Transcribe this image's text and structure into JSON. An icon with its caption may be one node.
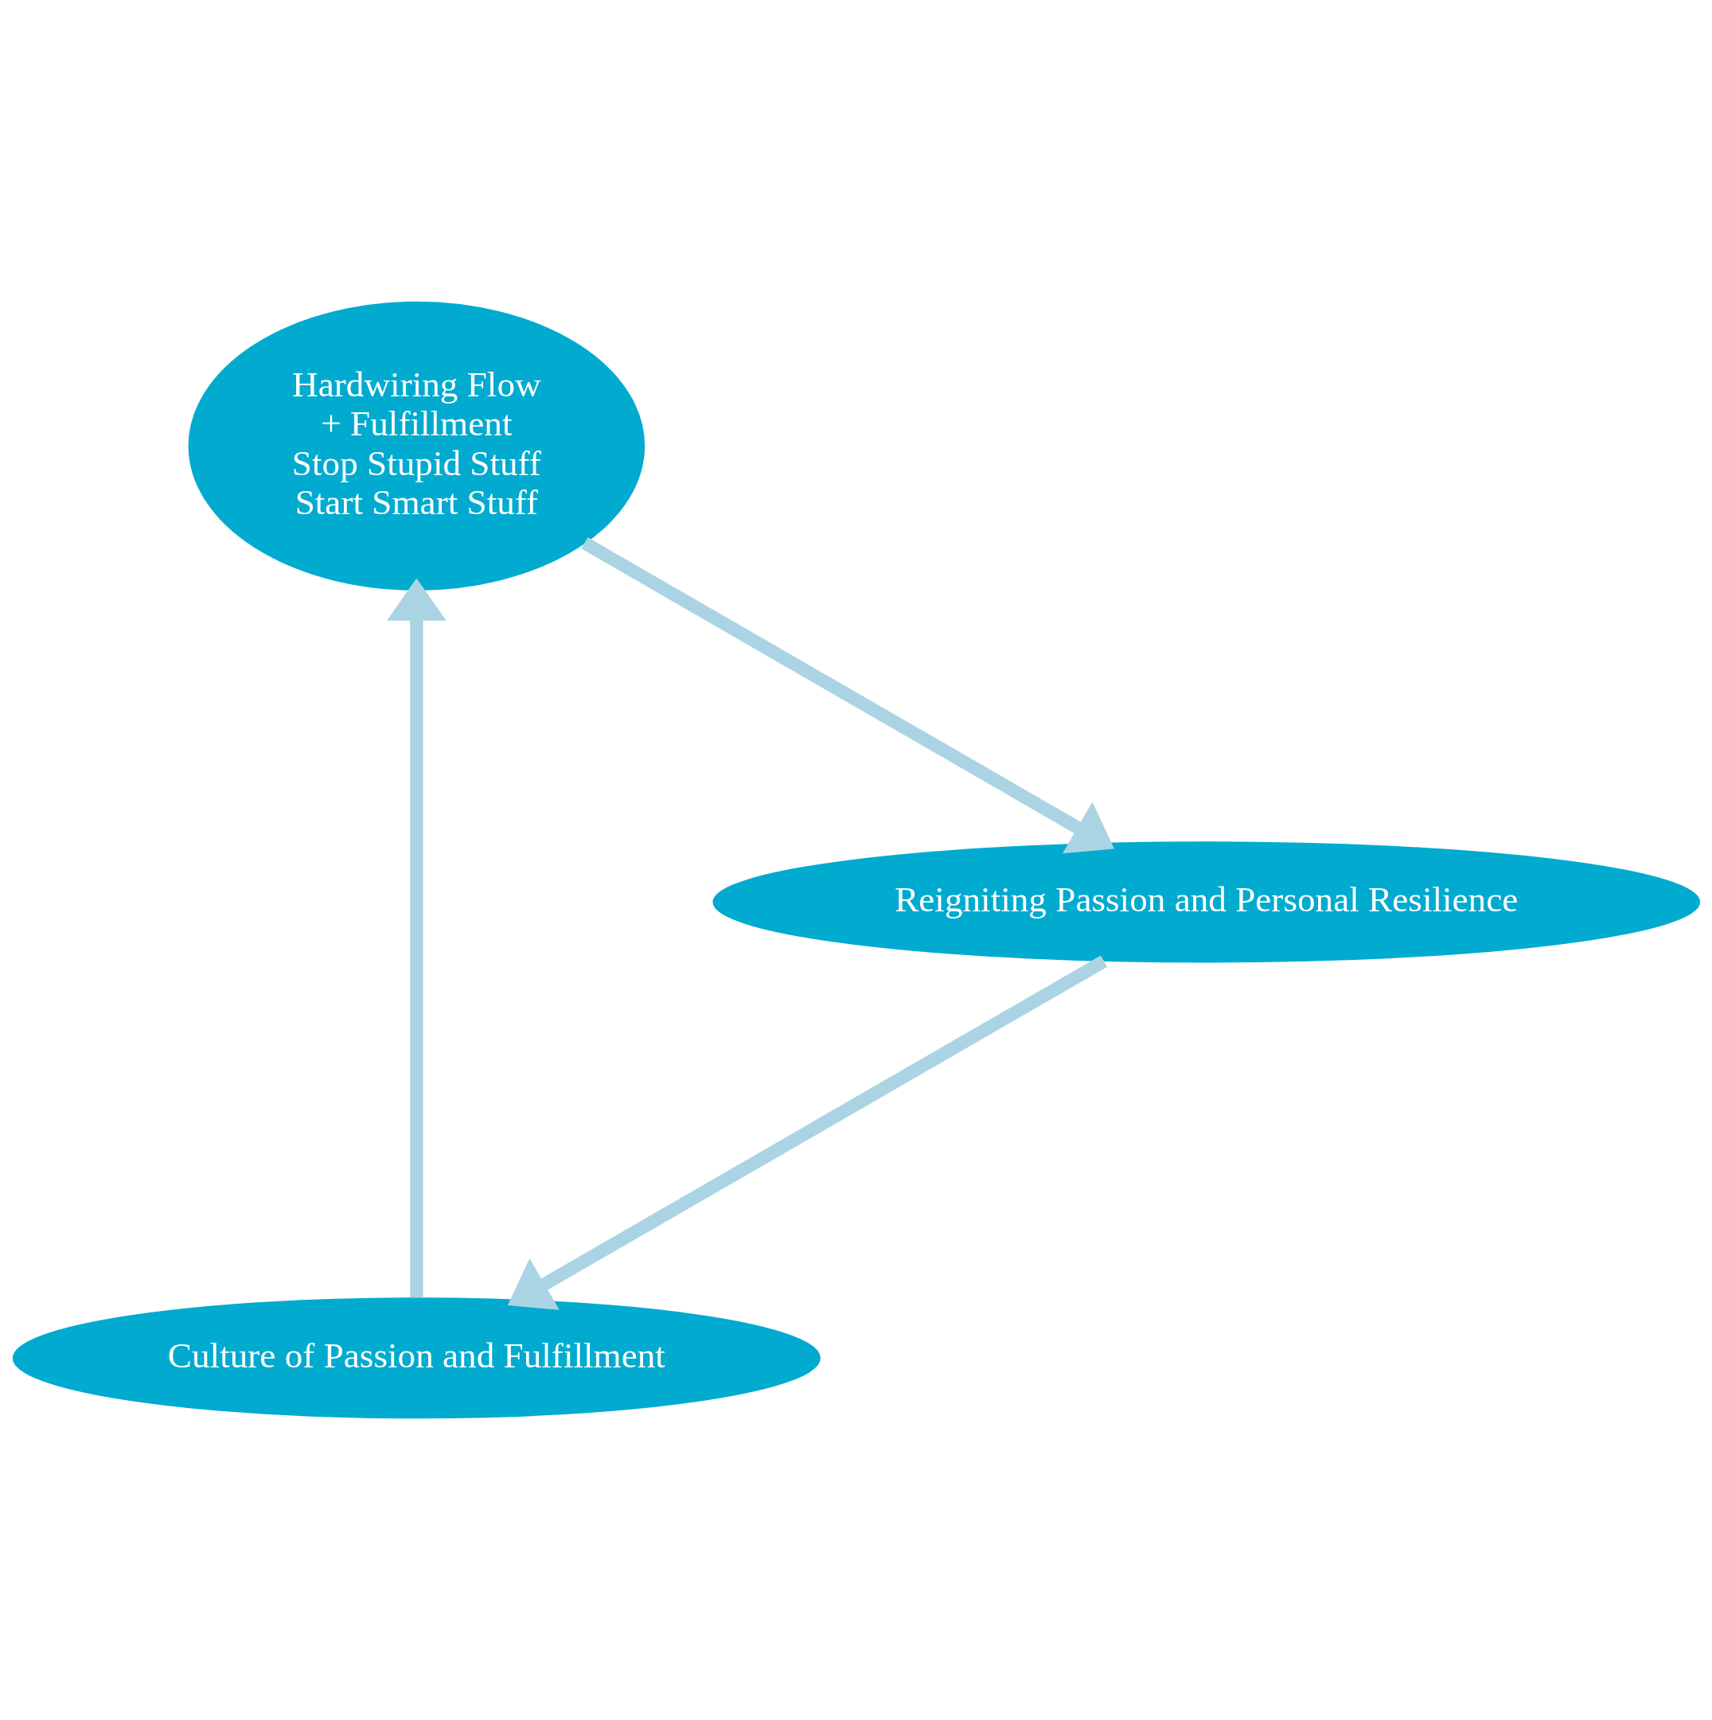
{
  "diagram": {
    "nodes": [
      {
        "text": [
          "Culture of Passion and Fulfillment"
        ]
      },
      {
        "text": [
          "Hardwiring Flow",
          "+ Fulfillment",
          "Stop Stupid Stuff",
          "Start Smart Stuff"
        ]
      },
      {
        "text": [
          "Reigniting Passion and Personal Resilience"
        ]
      }
    ],
    "edges": [
      {
        "from": 0,
        "to": 1,
        "arrow": "to"
      },
      {
        "from": 1,
        "to": 2,
        "arrow": "to"
      },
      {
        "from": 2,
        "to": 0,
        "arrow": "to"
      }
    ]
  }
}
